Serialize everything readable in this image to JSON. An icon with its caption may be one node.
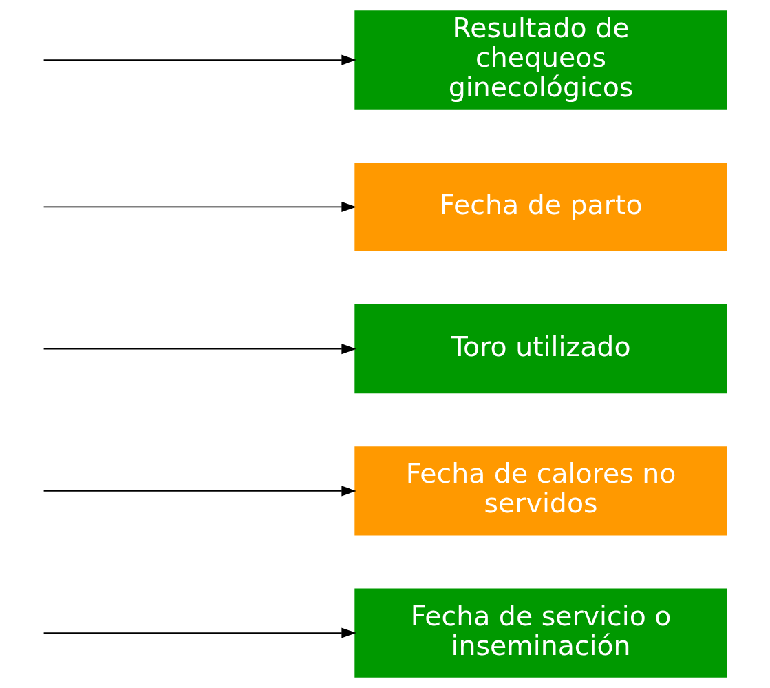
{
  "diagram": {
    "nodes": [
      {
        "text": [
          "Fecha de servicio o inseminación"
        ]
      },
      {
        "text": [
          "Fecha de calores no servidos"
        ]
      },
      {
        "text": [
          "Toro utilizado"
        ]
      },
      {
        "text": [
          "Fecha de parto"
        ]
      },
      {
        "text": [
          "Resultado de chequeos ginecológicos"
        ]
      }
    ],
    "edges": [
      {
        "from": null,
        "to": 0,
        "arrow": "to"
      },
      {
        "from": null,
        "to": 1,
        "arrow": "to"
      },
      {
        "from": null,
        "to": 2,
        "arrow": "to"
      },
      {
        "from": null,
        "to": 3,
        "arrow": "to"
      },
      {
        "from": null,
        "to": 4,
        "arrow": "to"
      }
    ]
  }
}
